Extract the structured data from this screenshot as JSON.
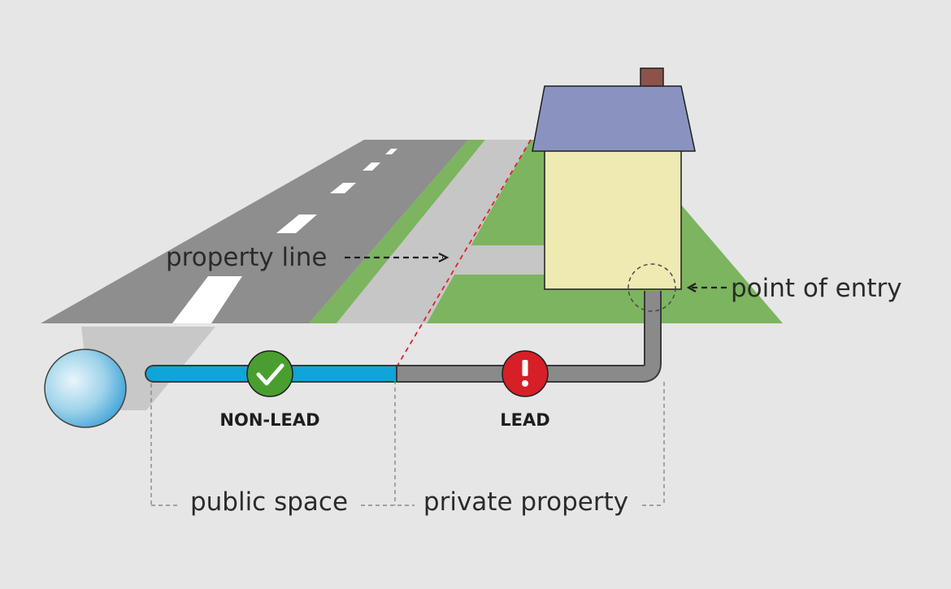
{
  "labels": {
    "property_line": "property line",
    "point_of_entry": "point of entry",
    "public_space": "public space",
    "private_property": "private property"
  },
  "pipes": {
    "non_lead": {
      "label": "NON-LEAD",
      "icon": "check-icon",
      "color": "#0fa5d8",
      "badge_color": "#4a9e2f"
    },
    "lead": {
      "label": "LEAD",
      "icon": "exclamation-icon",
      "color": "#8a8a8a",
      "badge_color": "#d61f26"
    }
  },
  "colors": {
    "background": "#e6e6e6",
    "road": "#8e8e8e",
    "lane_marking": "#ffffff",
    "grass": "#7db45f",
    "sidewalk": "#c6c6c6",
    "house_wall": "#eeeab2",
    "roof": "#8a93c0",
    "chimney": "#8b5349",
    "property_line": "#e0232b"
  }
}
